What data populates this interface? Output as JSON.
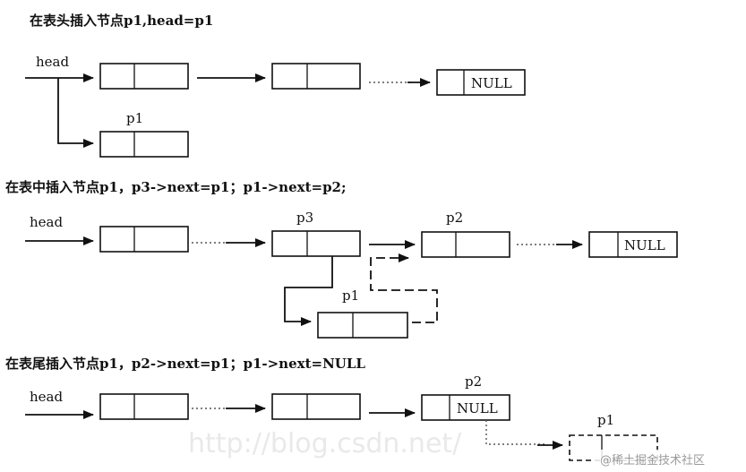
{
  "captions": {
    "head_insert": "在表头插入节点p1,head=p1",
    "middle_insert": "在表中插入节点p1，p3->next=p1；p1->next=p2;",
    "tail_insert": "在表尾插入节点p1，p2->next=p1；p1->next=NULL"
  },
  "labels": {
    "head": "head",
    "p1": "p1",
    "p2": "p2",
    "p3": "p3",
    "null": "NULL"
  },
  "watermark": {
    "text": "@稀土掘金技术社区",
    "ghost": "http://blog.csdn.net/"
  },
  "colors": {
    "ink": "#111111",
    "background": "#ffffff",
    "watermark": "#9a9a9a"
  }
}
